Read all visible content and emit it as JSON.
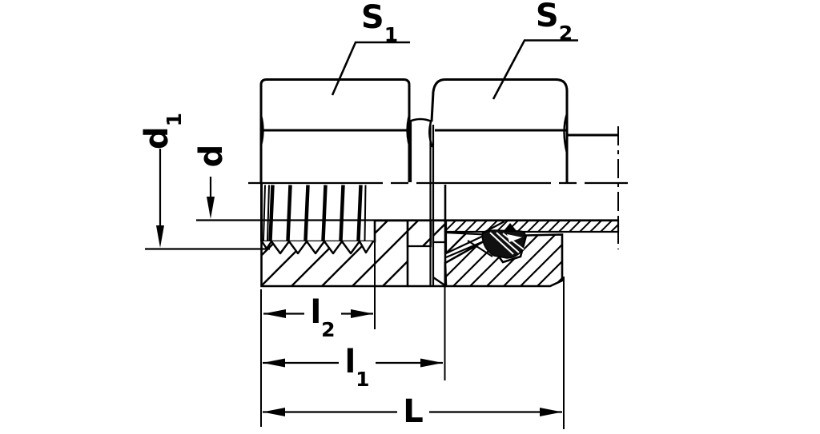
{
  "drawing": {
    "colors": {
      "background": "#ffffff",
      "line": "#000000"
    },
    "labels": {
      "s1": {
        "base": "S",
        "sub": "1"
      },
      "s2": {
        "base": "S",
        "sub": "2"
      },
      "d": {
        "base": "d",
        "sub": ""
      },
      "d1": {
        "base": "d",
        "sub": "1"
      },
      "l2": {
        "base": "l",
        "sub": "2"
      },
      "l1": {
        "base": "l",
        "sub": "1"
      },
      "L": {
        "base": "L",
        "sub": ""
      }
    }
  }
}
